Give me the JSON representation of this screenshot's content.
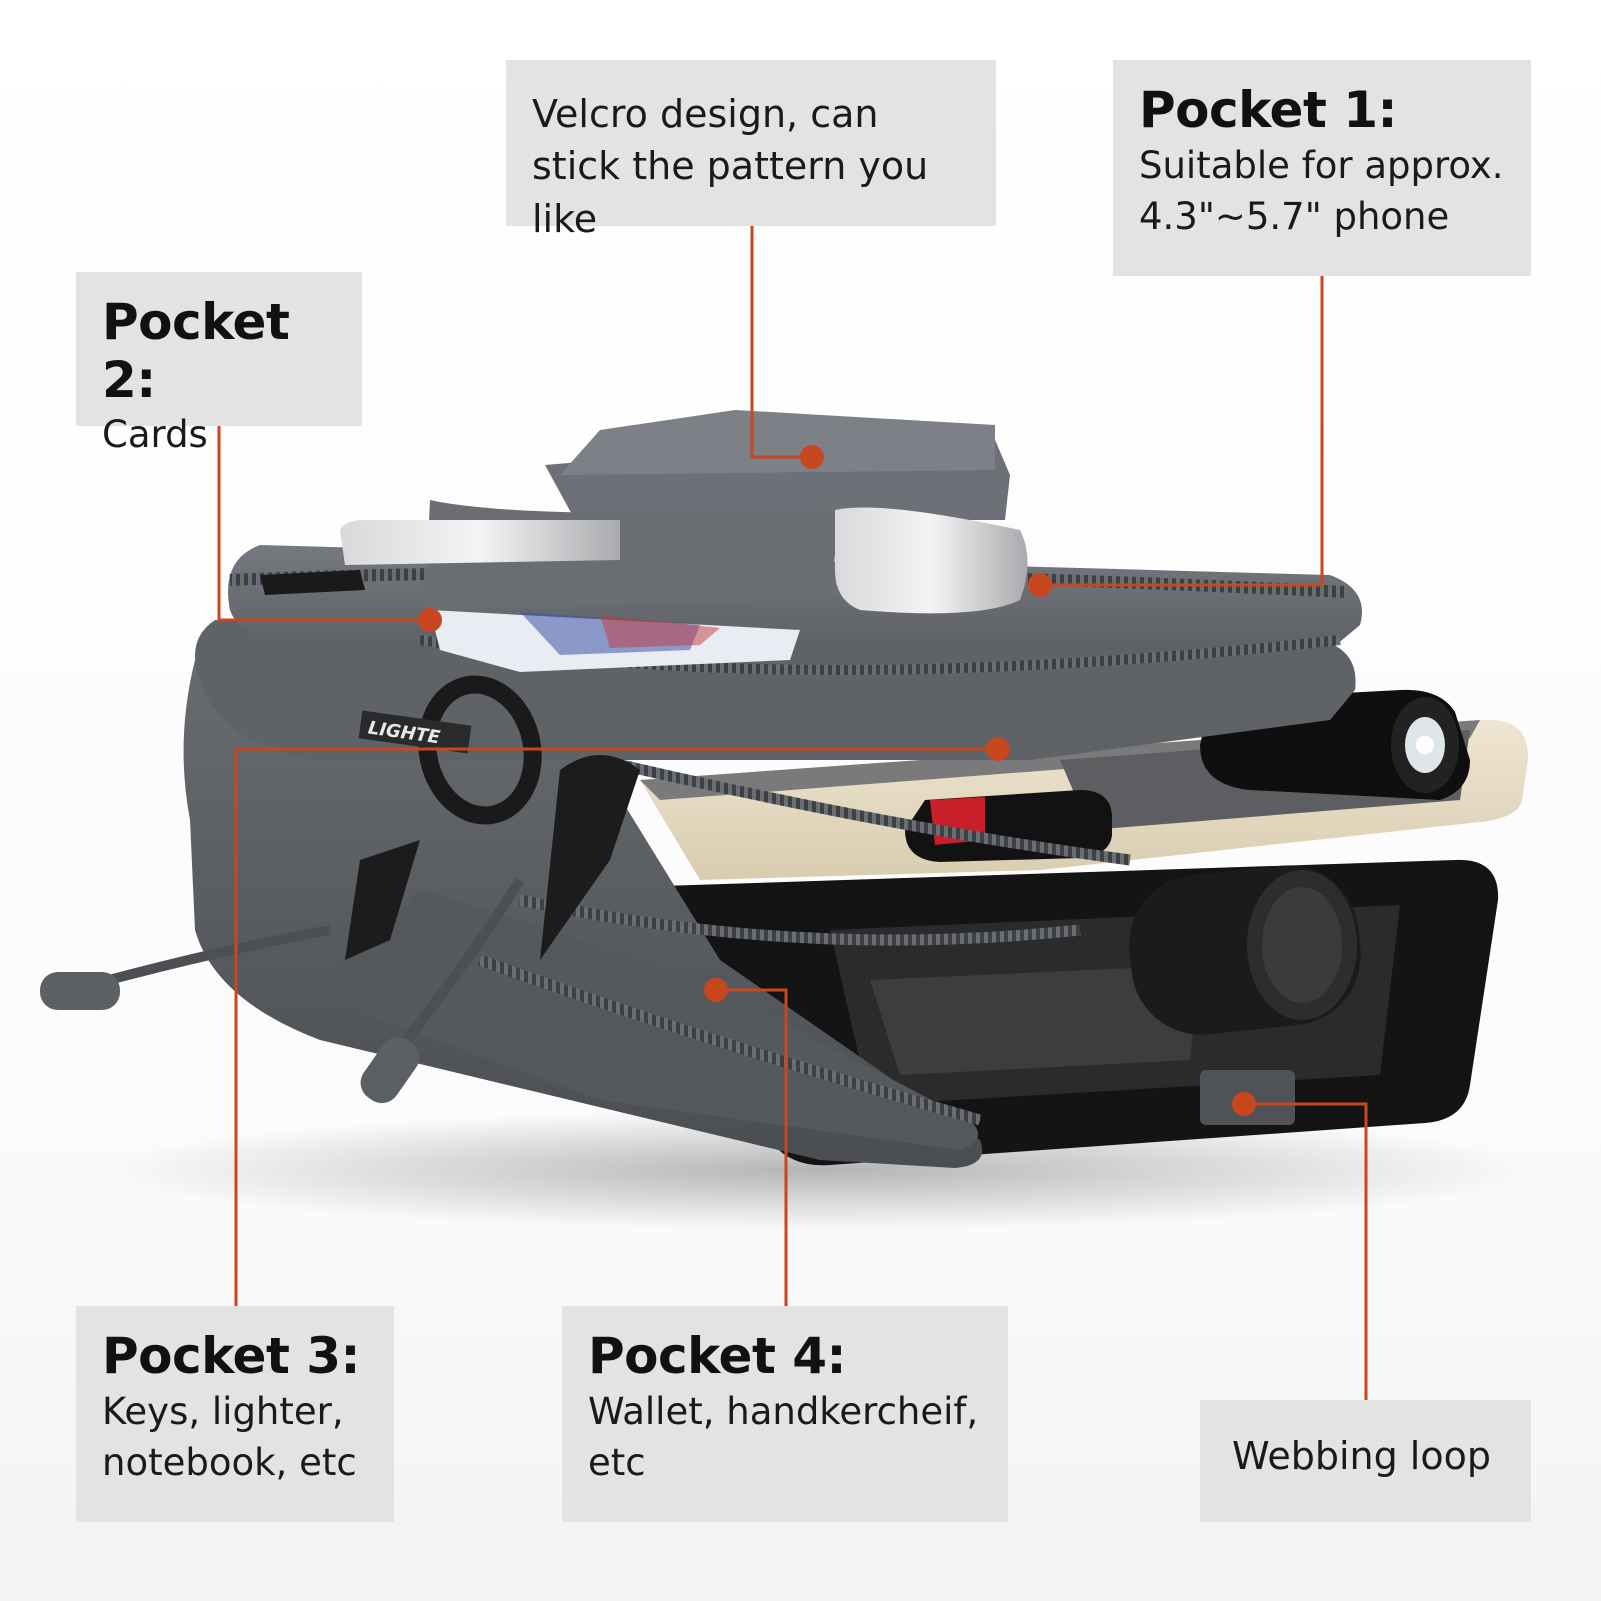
{
  "callouts": {
    "velcro": {
      "text": "Velcro design, can stick the pattern you like"
    },
    "pocket1": {
      "title": "Pocket 1:",
      "text": "Suitable for approx. 4.3\"~5.7\" phone"
    },
    "pocket2": {
      "title": "Pocket 2:",
      "text": "Cards"
    },
    "pocket3": {
      "title": "Pocket 3:",
      "text": "Keys, lighter, notebook, etc"
    },
    "pocket4": {
      "title": "Pocket 4:",
      "text": "Wallet, handkercheif, etc"
    },
    "webbing": {
      "text": "Webbing loop"
    }
  },
  "product": {
    "brand_text": "LIGHTE"
  },
  "colors": {
    "leader_line": "#c8471f",
    "label_bg": "#e3e3e3",
    "pouch": "#5b5e63"
  }
}
